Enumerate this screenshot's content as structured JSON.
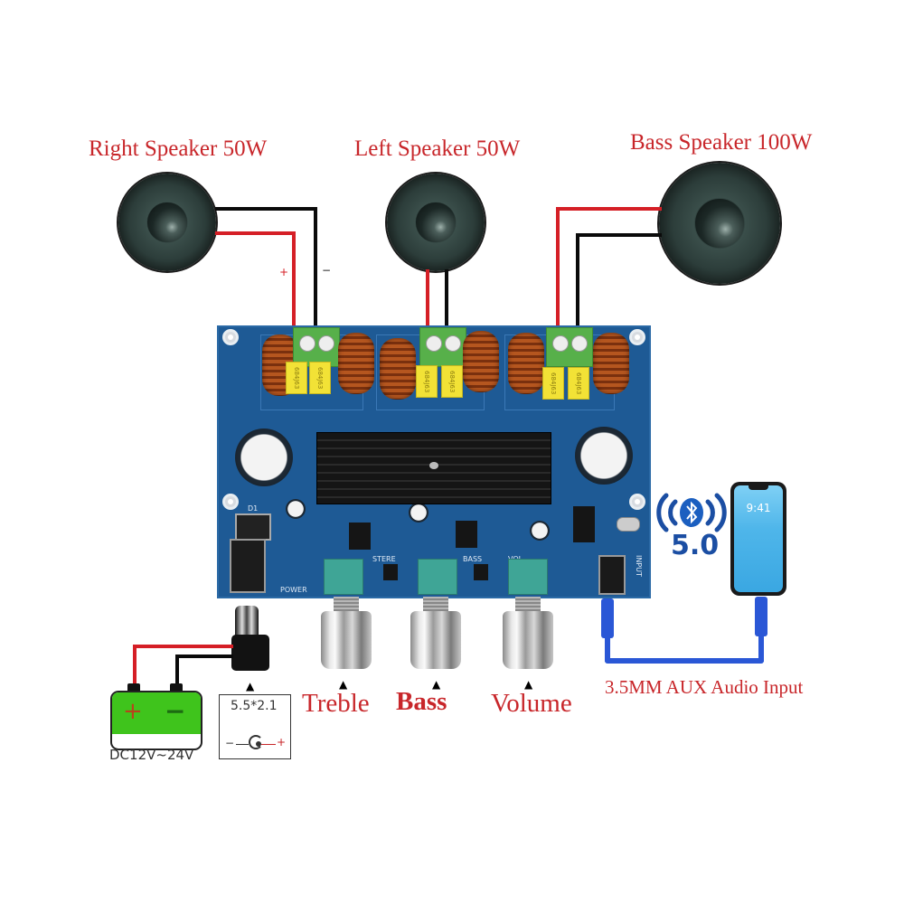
{
  "speakers": [
    {
      "label": "Right Speaker 50W",
      "plus": "+",
      "minus": "−"
    },
    {
      "label": "Left Speaker 50W"
    },
    {
      "label": "Bass Speaker 100W"
    }
  ],
  "board": {
    "silkscreen": {
      "power": "POWER",
      "stereo": "STERE",
      "bass": "BASS",
      "vol": "VOL",
      "input": "INPUT",
      "d1": "D1"
    },
    "capacitor_marking": "684J63"
  },
  "knobs": [
    {
      "label": "Treble",
      "arrow": "▲"
    },
    {
      "label": "Bass",
      "arrow": "▲"
    },
    {
      "label": "Volume",
      "arrow": "▲"
    }
  ],
  "power": {
    "battery_plus": "+",
    "battery_minus": "−",
    "battery_label": "DC12V~24V",
    "jack_size": "5.5*2.1",
    "polarity_minus": "−",
    "polarity_plus": "+",
    "arrow": "▲"
  },
  "bluetooth": {
    "version": "5.0",
    "icon": "bluetooth-icon"
  },
  "phone": {
    "time": "9:41"
  },
  "aux": {
    "label": "3.5MM AUX Audio Input"
  },
  "colors": {
    "title_red": "#c8262a",
    "wire_red": "#d51f26",
    "pcb_blue": "#1e5a95",
    "battery_green": "#3fc41c",
    "bt_blue": "#1b4ea3",
    "phone_screen": "#4fb6ea"
  }
}
